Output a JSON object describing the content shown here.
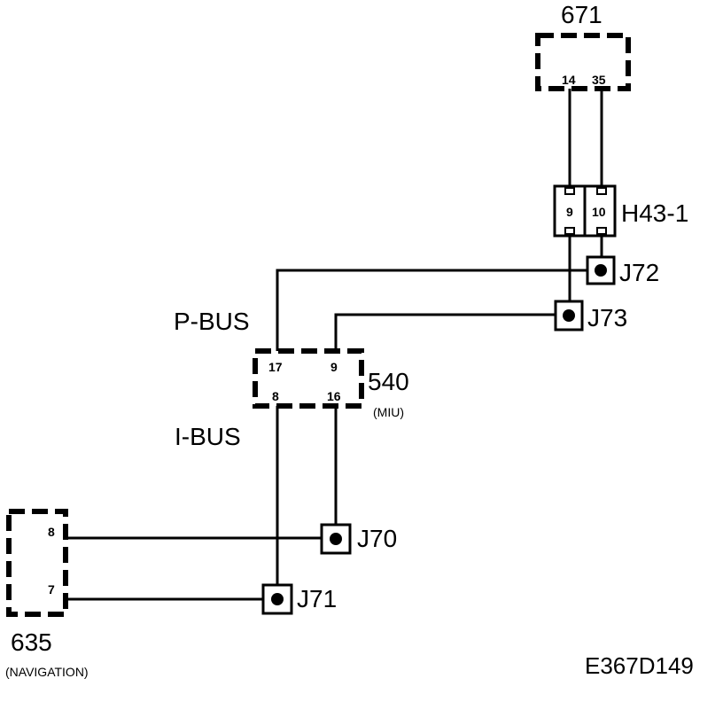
{
  "diagram_id": "E367D149",
  "modules": {
    "m671": {
      "number": "671",
      "pins": [
        "14",
        "35"
      ]
    },
    "m540": {
      "number": "540",
      "subtitle": "(MIU)",
      "pins": [
        "17",
        "9",
        "8",
        "16"
      ]
    },
    "m635": {
      "number": "635",
      "subtitle": "(NAVIGATION)",
      "pins": [
        "8",
        "7"
      ]
    }
  },
  "inline_connector": {
    "name": "H43-1",
    "pins": [
      "9",
      "10"
    ]
  },
  "splices": [
    "J72",
    "J73",
    "J70",
    "J71"
  ],
  "bus_labels": {
    "p_bus": "P-BUS",
    "i_bus": "I-BUS"
  },
  "colors": {
    "ink": "#000000",
    "background": "#ffffff"
  }
}
